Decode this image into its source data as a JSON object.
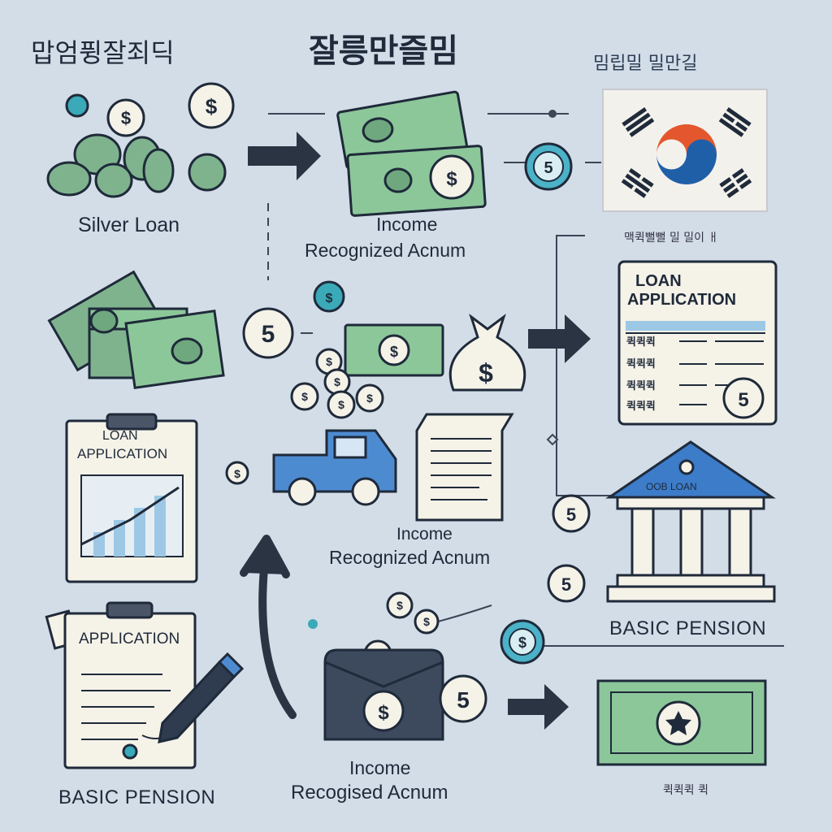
{
  "header": {
    "left_title": "맙엄퓡잘죄딕",
    "center_title": "잘릉만즐밈",
    "right_title": "밈립밀 밀만길"
  },
  "labels": {
    "silver_loan": "Silver Loan",
    "income_1a": "Income",
    "income_1b": "Recognized Acnum",
    "income_2a": "Income",
    "income_2b": "Recognized Acnum",
    "income_3a": "Income",
    "income_3b": "Recogised Acnum",
    "basic_pension_left": "BASIC PENSION",
    "basic_pension_right": "BASIC PENSION",
    "flag_caption": "맥퀵뻘뻘 밀 밀이 ㅐ",
    "bottom_right_caption": "퀵퀵퀵 퀵"
  },
  "forms": {
    "loan_app_left_line1": "LOAN",
    "loan_app_left_line2": "APPLICATION",
    "application_bottom": "APPLICATION",
    "loan_app_right_line1": "LOAN",
    "loan_app_right_line2": "APPLICATION",
    "right_rows": [
      "퀵퀵퀵",
      "퀵퀵퀵",
      "퀵퀵퀵",
      "퀵퀵퀵"
    ]
  },
  "bank": {
    "roof_text": "OOB LOAN"
  },
  "coins": {
    "digit": "5"
  },
  "icons": {
    "coin": "coin-icon",
    "cash": "cash-icon",
    "money_bag": "money-bag-icon",
    "truck": "truck-icon",
    "flag": "korean-flag-icon",
    "bank": "bank-icon",
    "pen": "pen-icon",
    "envelope": "envelope-icon",
    "document": "document-icon",
    "arrow": "arrow-right-icon"
  },
  "colors": {
    "background": "#d3dde8",
    "money_green": "#6fa87e",
    "ink": "#1f2a3a",
    "blue": "#3d7cc9",
    "teal": "#3aa9b8",
    "flag_red": "#e4572e",
    "flag_blue": "#1f5fa8"
  }
}
